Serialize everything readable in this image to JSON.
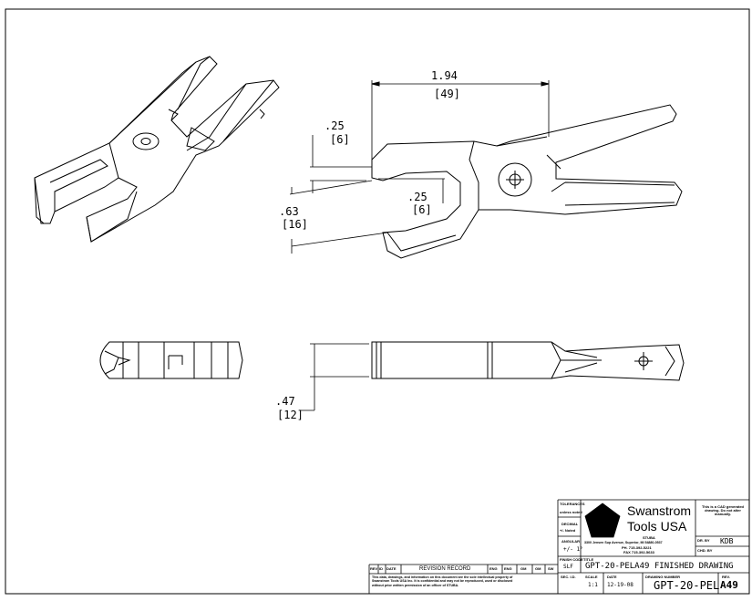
{
  "dimensions": {
    "length_in": "1.94",
    "length_mm": "[49]",
    "tip_in": ".25",
    "tip_mm": "[6]",
    "gap_in": ".25",
    "gap_mm": "[6]",
    "jaw_in": ".63",
    "jaw_mm": "[16]",
    "thickness_in": ".47",
    "thickness_mm": "[12]"
  },
  "title_block": {
    "tolerances_label": "TOLERANCES",
    "tolerances_sub": "unless noted",
    "decimal_label": "DECIMAL",
    "decimal_value": "+/- Noted",
    "angular_label": "ANGULAR",
    "angular_value": "+/- 1°",
    "finish_label": "FINISH CODE",
    "finish_value": "SLF",
    "sec_label": "SEC. I.D.",
    "company_line1": "Swanstrom",
    "company_line2": "Tools USA",
    "company_sub": "STUBA",
    "address": "3300 Jensen Sup Avenue, Superior, MI 54880-0537",
    "phone": "PH. 715-392-5221",
    "fax": "FAX 715-392-5633",
    "cad_note": "This is a CAD generated drawing. Do not alter manually.",
    "drawn_by_label": "DR. BY",
    "drawn_by": "KDB",
    "checked_by_label": "CHD. BY",
    "title_label": "TITLE",
    "title": "GPT-20-PELA49 FINISHED DRAWING",
    "scale_label": "SCALE",
    "scale": "1:1",
    "date_label": "DATE",
    "date": "12-19-08",
    "drawing_number_label": "DRAWING NUMBER",
    "drawing_number": "GPT-20-PEL",
    "rev_label": "REV.",
    "rev": "A49"
  },
  "revision_block": {
    "headers": [
      "REV",
      "ID",
      "DATE",
      "REVISION RECORD",
      "ENG",
      "ENG",
      "GM",
      "GM",
      "SW"
    ],
    "notice": "This data, drawings, and information on this document are the sole intellectual property of Swanstrom Tools USA Inc. It is confidential and may not be reproduced, used or disclosed without prior written permission of an officer of STUBA."
  }
}
